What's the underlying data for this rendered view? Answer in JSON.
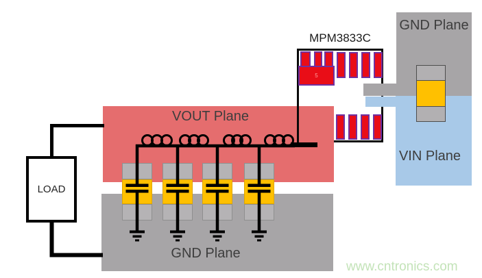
{
  "diagram": {
    "chip": {
      "label": "MPM3833C",
      "pad_marking": "5"
    },
    "load": {
      "label": "LOAD"
    },
    "planes": {
      "vout": {
        "label": "VOUT Plane",
        "color": "#e56d6e"
      },
      "gnd_bottom": {
        "label": "GND Plane",
        "color": "#a7a5a7"
      },
      "gnd_right": {
        "label": "GND Plane",
        "color": "#a7a5a7"
      },
      "vin": {
        "label": "VIN Plane",
        "color": "#a8c9e8"
      }
    },
    "components": {
      "output_capacitor_count": 4,
      "output_inductor_coil_count": 4,
      "loops_per_coil": 3,
      "input_capacitor_count": 1,
      "chip_top_pad_count": 4,
      "chip_bottom_pad_count": 4,
      "chip_comb_finger_count": 3
    },
    "colors": {
      "pad_red": "#e90d17",
      "pad_border_purple": "#7030a0",
      "capacitor_yellow": "#ffc000",
      "capacitor_gray": "#b5b3b5",
      "wire_black": "#000000",
      "label_text": "#3d3d3d"
    }
  },
  "watermark": {
    "text": "www.cntronics.com",
    "color": "#c3e3b8"
  }
}
